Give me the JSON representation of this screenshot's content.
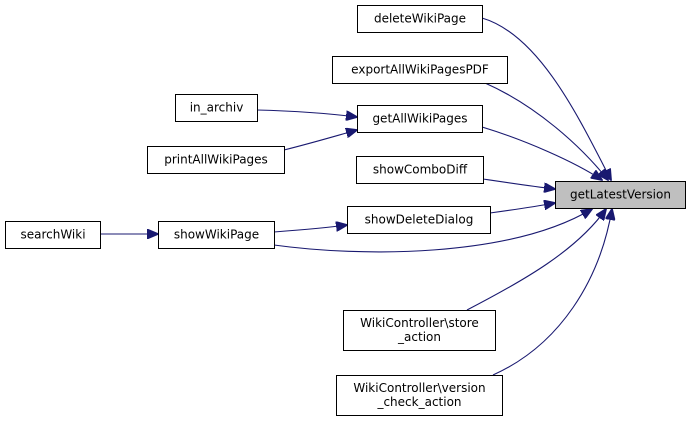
{
  "diagram": {
    "nodes": {
      "getLatestVersion": [
        "getLatestVersion"
      ],
      "deleteWikiPage": [
        "deleteWikiPage"
      ],
      "exportAllWikiPagesPDF": [
        "exportAllWikiPagesPDF"
      ],
      "getAllWikiPages": [
        "getAllWikiPages"
      ],
      "in_archiv": [
        "in_archiv"
      ],
      "printAllWikiPages": [
        "printAllWikiPages"
      ],
      "showComboDiff": [
        "showComboDiff"
      ],
      "showDeleteDialog": [
        "showDeleteDialog"
      ],
      "showWikiPage": [
        "showWikiPage"
      ],
      "searchWiki": [
        "searchWiki"
      ],
      "store_action": [
        "WikiController\\store",
        "_action"
      ],
      "version_check_action": [
        "WikiController\\version",
        "_check_action"
      ]
    },
    "focus": "getLatestVersion",
    "colors": {
      "edge": "#191970",
      "focus_fill": "#bfbfbf",
      "box_stroke": "#000000"
    },
    "edges": [
      {
        "from": "deleteWikiPage",
        "to": "getLatestVersion"
      },
      {
        "from": "exportAllWikiPagesPDF",
        "to": "getLatestVersion"
      },
      {
        "from": "getAllWikiPages",
        "to": "getLatestVersion"
      },
      {
        "from": "in_archiv",
        "to": "getAllWikiPages"
      },
      {
        "from": "printAllWikiPages",
        "to": "getAllWikiPages"
      },
      {
        "from": "showComboDiff",
        "to": "getLatestVersion"
      },
      {
        "from": "showDeleteDialog",
        "to": "getLatestVersion"
      },
      {
        "from": "showWikiPage",
        "to": "showDeleteDialog"
      },
      {
        "from": "showWikiPage",
        "to": "getLatestVersion"
      },
      {
        "from": "searchWiki",
        "to": "showWikiPage"
      },
      {
        "from": "store_action",
        "to": "getLatestVersion"
      },
      {
        "from": "version_check_action",
        "to": "getLatestVersion"
      }
    ]
  }
}
